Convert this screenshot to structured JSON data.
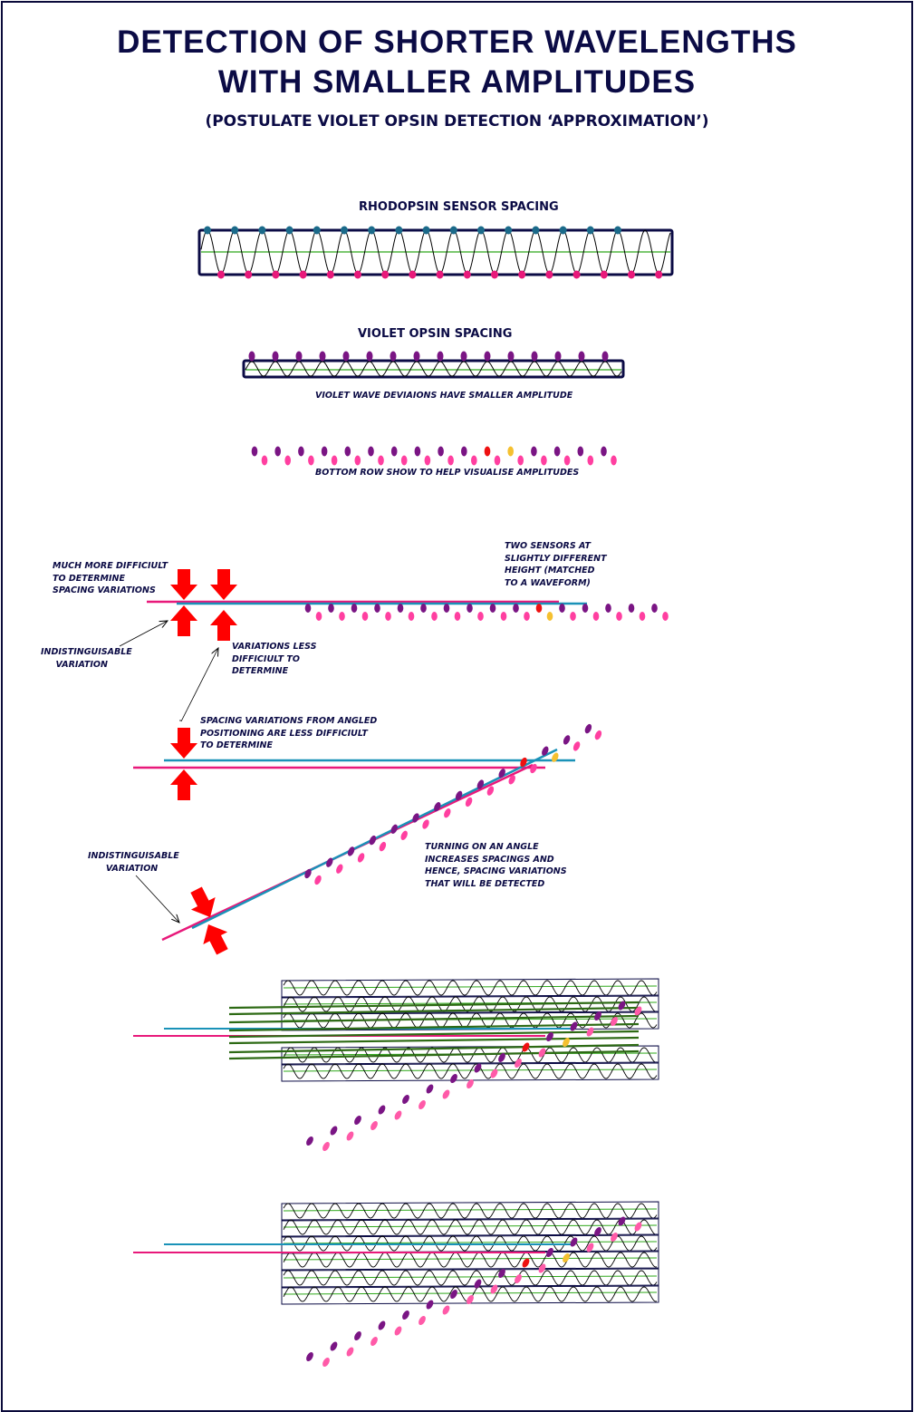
{
  "title": {
    "line1": "DETECTION OF SHORTER WAVELENGTHS",
    "line2": "WITH SMALLER AMPLITUDES",
    "subtitle": "(POSTULATE VIOLET OPSIN DETECTION ‘APPROXIMATION’)"
  },
  "rhodopsin": {
    "heading": "RHODOPSIN SENSOR SPACING",
    "sensor_count_top": 16,
    "sensor_count_bottom": 17
  },
  "violet": {
    "heading": "VIOLET OPSIN SPACING",
    "caption": "VIOLET WAVE DEVIAIONS HAVE SMALLER AMPLITUDE",
    "sensor_count": 16
  },
  "amplitude_row": {
    "caption": "BOTTOM ROW SHOW TO HELP VISUALISE AMPLITUDES",
    "highlight_top": "red",
    "highlight_bottom": "yellow"
  },
  "annotations": {
    "much_more_difficult": "MUCH MORE DIFFICIULT\nTO DETERMINE\nSPACING VARIATIONS",
    "indistinguishable_1": "INDISTINGUISABLE\n     VARIATION",
    "variations_less": "VARIATIONS LESS\nDIFFICIULT TO\nDETERMINE",
    "two_sensors": "TWO SENSORS AT\nSLIGHTLY DIFFERENT\nHEIGHT (MATCHED\nTO A WAVEFORM)",
    "angled_positioning": "SPACING VARIATIONS FROM ANGLED\nPOSITIONING ARE LESS DIFFICIULT\nTO DETERMINE",
    "indistinguishable_2": "INDISTINGUISABLE\n      VARIATION",
    "turning_angle": "TURNING ON AN ANGLE\nINCREASES SPACINGS AND\nHENCE, SPACING VARIATIONS\nTHAT WILL BE DETECTED"
  },
  "colors": {
    "navy": "#0b0b45",
    "teal_sensor": "#1b6a8a",
    "magenta": "#e8197a",
    "purple": "#7a1584",
    "pink": "#ff3fa0",
    "light_pink": "#ff5aa8",
    "red": "#ee1111",
    "yellow": "#f5c030",
    "green": "#2ea81a",
    "dark_green": "#2d6a14",
    "blue_line": "#1a92b8",
    "arrow_red": "#ff0000"
  }
}
